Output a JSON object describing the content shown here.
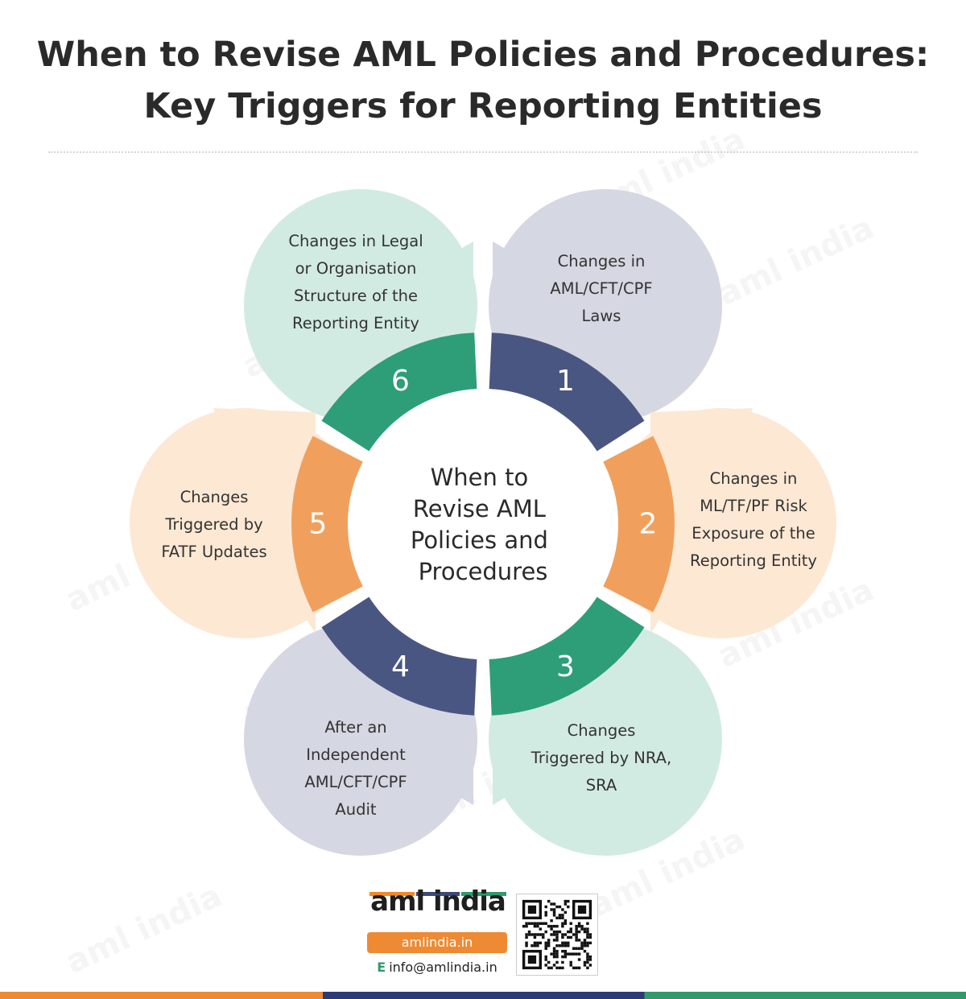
{
  "title_line1": "When to Revise AML Policies and Procedures:",
  "title_line2": "Key Triggers for Reporting Entities",
  "center_lines": [
    "When to",
    "Revise AML",
    "Policies and",
    "Procedures"
  ],
  "colors": {
    "navy": "#4a5682",
    "orange": "#f0a05c",
    "green": "#2e9e78",
    "petal_gray": "#d5d7e2",
    "petal_peach": "#fde8d4",
    "petal_mint": "#d2ebe2"
  },
  "triggers": [
    {
      "number": "1",
      "lines": [
        "Changes in",
        "AML/CFT/CPF",
        "Laws"
      ]
    },
    {
      "number": "2",
      "lines": [
        "Changes in",
        "ML/TF/PF Risk",
        "Exposure of the",
        "Reporting Entity"
      ]
    },
    {
      "number": "3",
      "lines": [
        "Changes",
        "Triggered by NRA,",
        "SRA"
      ]
    },
    {
      "number": "4",
      "lines": [
        "After an",
        "Independent",
        "AML/CFT/CPF",
        "Audit"
      ]
    },
    {
      "number": "5",
      "lines": [
        "Changes",
        "Triggered by",
        "FATF Updates"
      ]
    },
    {
      "number": "6",
      "lines": [
        "Changes in Legal",
        "or Organisation",
        "Structure of the",
        "Reporting Entity"
      ]
    }
  ],
  "footer": {
    "logo": "aml india",
    "url": "amlindia.in",
    "email_prefix": "E",
    "email": "info@amlindia.in",
    "qr_icon": "qr-code-icon"
  },
  "watermark": "aml india"
}
